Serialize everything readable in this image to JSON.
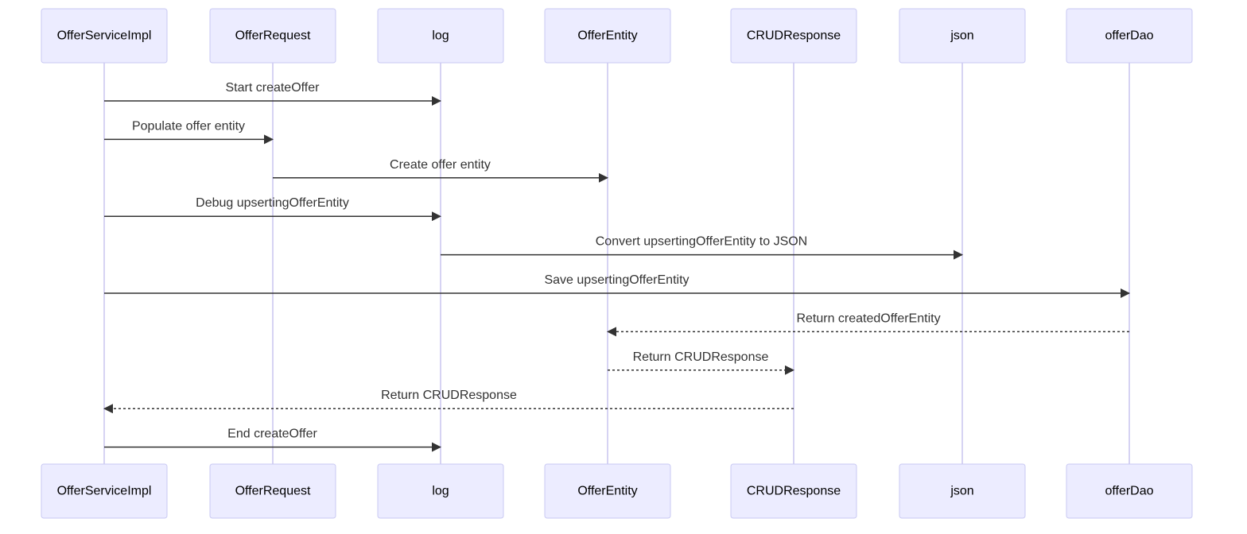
{
  "participants": [
    {
      "id": "OfferServiceImpl",
      "label": "OfferServiceImpl"
    },
    {
      "id": "OfferRequest",
      "label": "OfferRequest"
    },
    {
      "id": "log",
      "label": "log"
    },
    {
      "id": "OfferEntity",
      "label": "OfferEntity"
    },
    {
      "id": "CRUDResponse",
      "label": "CRUDResponse"
    },
    {
      "id": "json",
      "label": "json"
    },
    {
      "id": "offerDao",
      "label": "offerDao"
    }
  ],
  "messages": [
    {
      "from": "OfferServiceImpl",
      "to": "log",
      "text": "Start createOffer",
      "style": "solid"
    },
    {
      "from": "OfferServiceImpl",
      "to": "OfferRequest",
      "text": "Populate offer entity",
      "style": "solid"
    },
    {
      "from": "OfferRequest",
      "to": "OfferEntity",
      "text": "Create offer entity",
      "style": "solid"
    },
    {
      "from": "OfferServiceImpl",
      "to": "log",
      "text": "Debug upsertingOfferEntity",
      "style": "solid"
    },
    {
      "from": "log",
      "to": "json",
      "text": "Convert upsertingOfferEntity to JSON",
      "style": "solid"
    },
    {
      "from": "OfferServiceImpl",
      "to": "offerDao",
      "text": "Save upsertingOfferEntity",
      "style": "solid"
    },
    {
      "from": "offerDao",
      "to": "OfferEntity",
      "text": "Return createdOfferEntity",
      "style": "dashed"
    },
    {
      "from": "OfferEntity",
      "to": "CRUDResponse",
      "text": "Return CRUDResponse",
      "style": "dashed"
    },
    {
      "from": "CRUDResponse",
      "to": "OfferServiceImpl",
      "text": "Return CRUDResponse",
      "style": "dashed"
    },
    {
      "from": "OfferServiceImpl",
      "to": "log",
      "text": "End createOffer",
      "style": "solid"
    }
  ]
}
